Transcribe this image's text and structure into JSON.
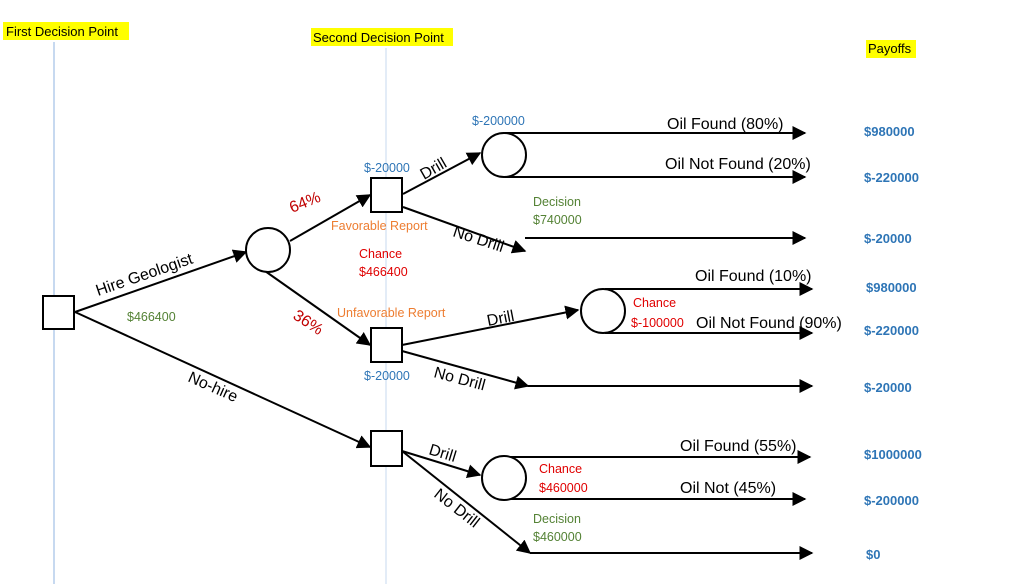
{
  "colors": {
    "highlight": "#ffff00",
    "blue": "#2e75b6",
    "green": "#548235",
    "red": "#e00000",
    "orange": "#ed7d31",
    "pct_red": "#c00000",
    "line": "#000000",
    "guide": "#8fb3e0"
  },
  "headers": {
    "first": "First Decision Point",
    "second": "Second Decision Point",
    "payoffs": "Payoffs"
  },
  "branches": {
    "hire": "Hire Geologist",
    "nohire": "No-hire",
    "pct_fav": "64%",
    "pct_unfav": "36%",
    "drill_top": "Drill",
    "nodrill_top": "No Drill",
    "drill_mid": "Drill",
    "nodrill_mid": "No Drill",
    "drill_bot": "Drill",
    "nodrill_bot": "No Drill"
  },
  "labels": {
    "root_value": "$466400",
    "cost_top_circle": "$-200000",
    "cost_fav": "$-20000",
    "favorable": "Favorable Report",
    "chance_word": "Chance",
    "chance_value": "$466400",
    "decision_word_top": "Decision",
    "decision_value_top": "$740000",
    "unfavorable": "Unfavorable Report",
    "cost_unfav": "$-20000",
    "chance_mid_word": "Chance",
    "chance_mid_value": "$-100000",
    "chance_bot_word": "Chance",
    "chance_bot_value": "$460000",
    "decision_word_bot": "Decision",
    "decision_value_bot": "$460000"
  },
  "outcomes": {
    "o1": "Oil Found (80%)",
    "o2": "Oil Not Found (20%)",
    "o3": "Oil Found (10%)",
    "o4": "Oil Not Found (90%)",
    "o5": "Oil Found (55%)",
    "o6": "Oil Not (45%)"
  },
  "payoffs": {
    "p1": "$980000",
    "p2": "$-220000",
    "p3": "$-20000",
    "p4": "$980000",
    "p5": "$-220000",
    "p6": "$-20000",
    "p7": "$1000000",
    "p8": "$-200000",
    "p9": "$0"
  }
}
